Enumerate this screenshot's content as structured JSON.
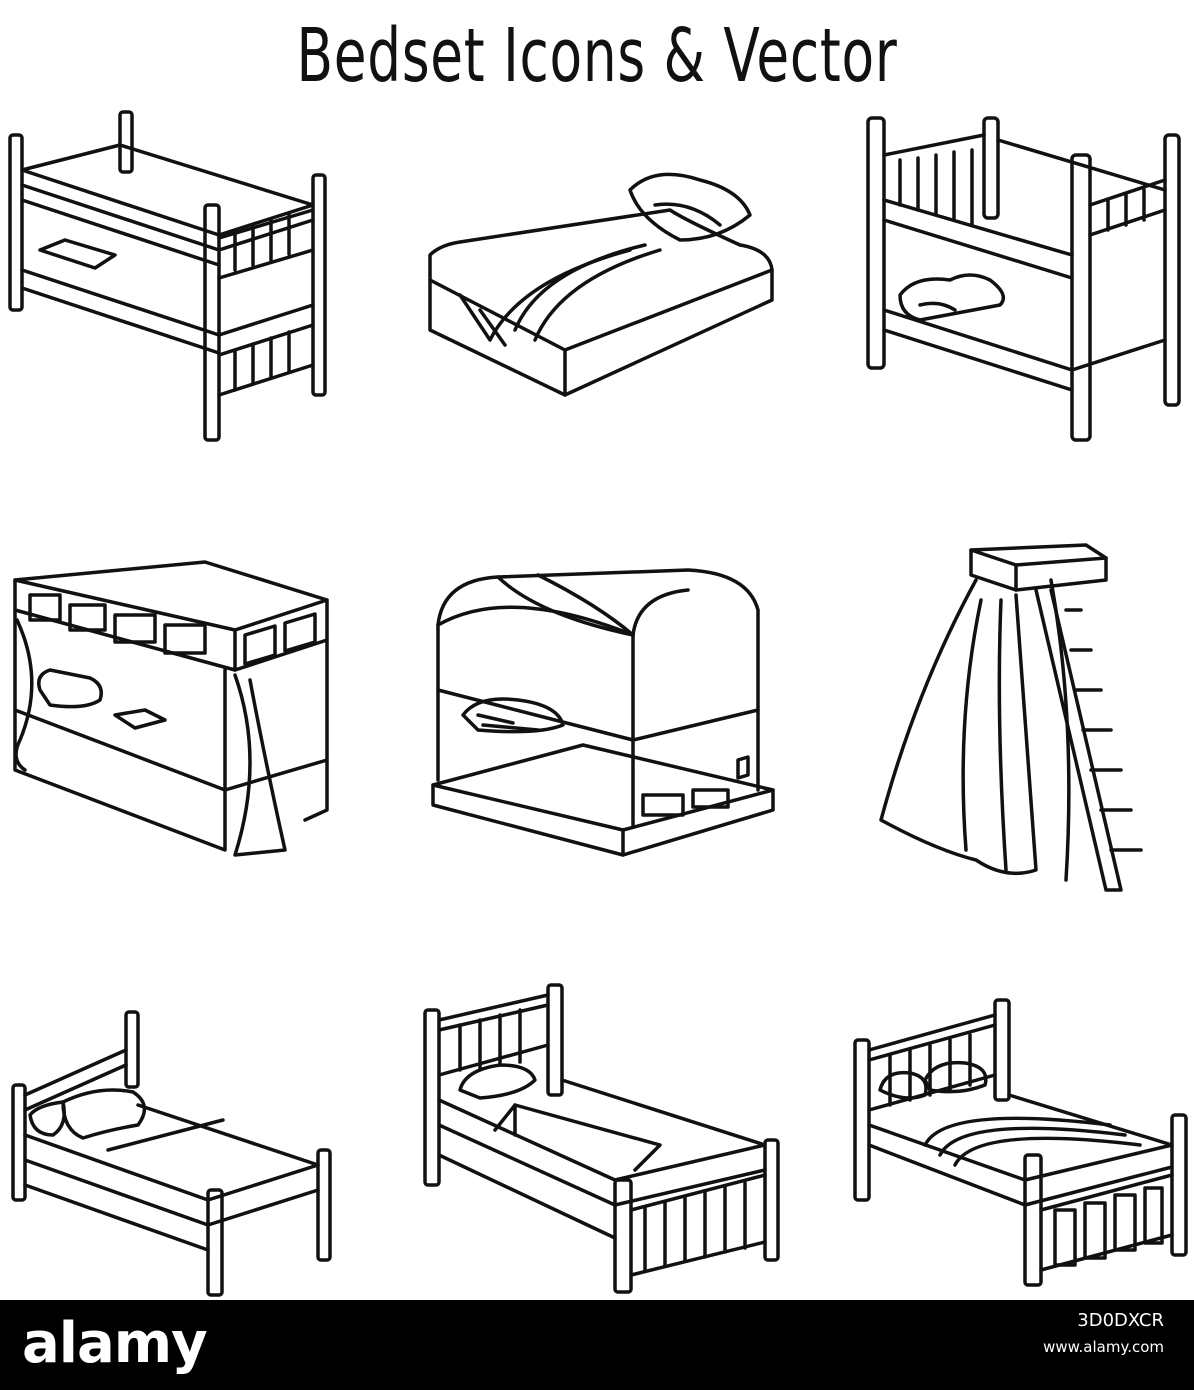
{
  "title": "Bedset Icons & Vector",
  "colors": {
    "line": "#111111",
    "background": "#ffffff",
    "footer": "#000000"
  },
  "icons": [
    "bunk-bed-wood-icon",
    "bed-with-blanket-icon",
    "bunk-bed-rails-icon",
    "loft-bed-curtain-icon",
    "canopy-bed-icon",
    "bed-canopy-ladder-icon",
    "single-bed-icon",
    "twin-bed-icon",
    "double-bed-icon"
  ],
  "footer": {
    "brand": "alamy",
    "image_id": "3D0DXCR",
    "url": "www.alamy.com"
  }
}
